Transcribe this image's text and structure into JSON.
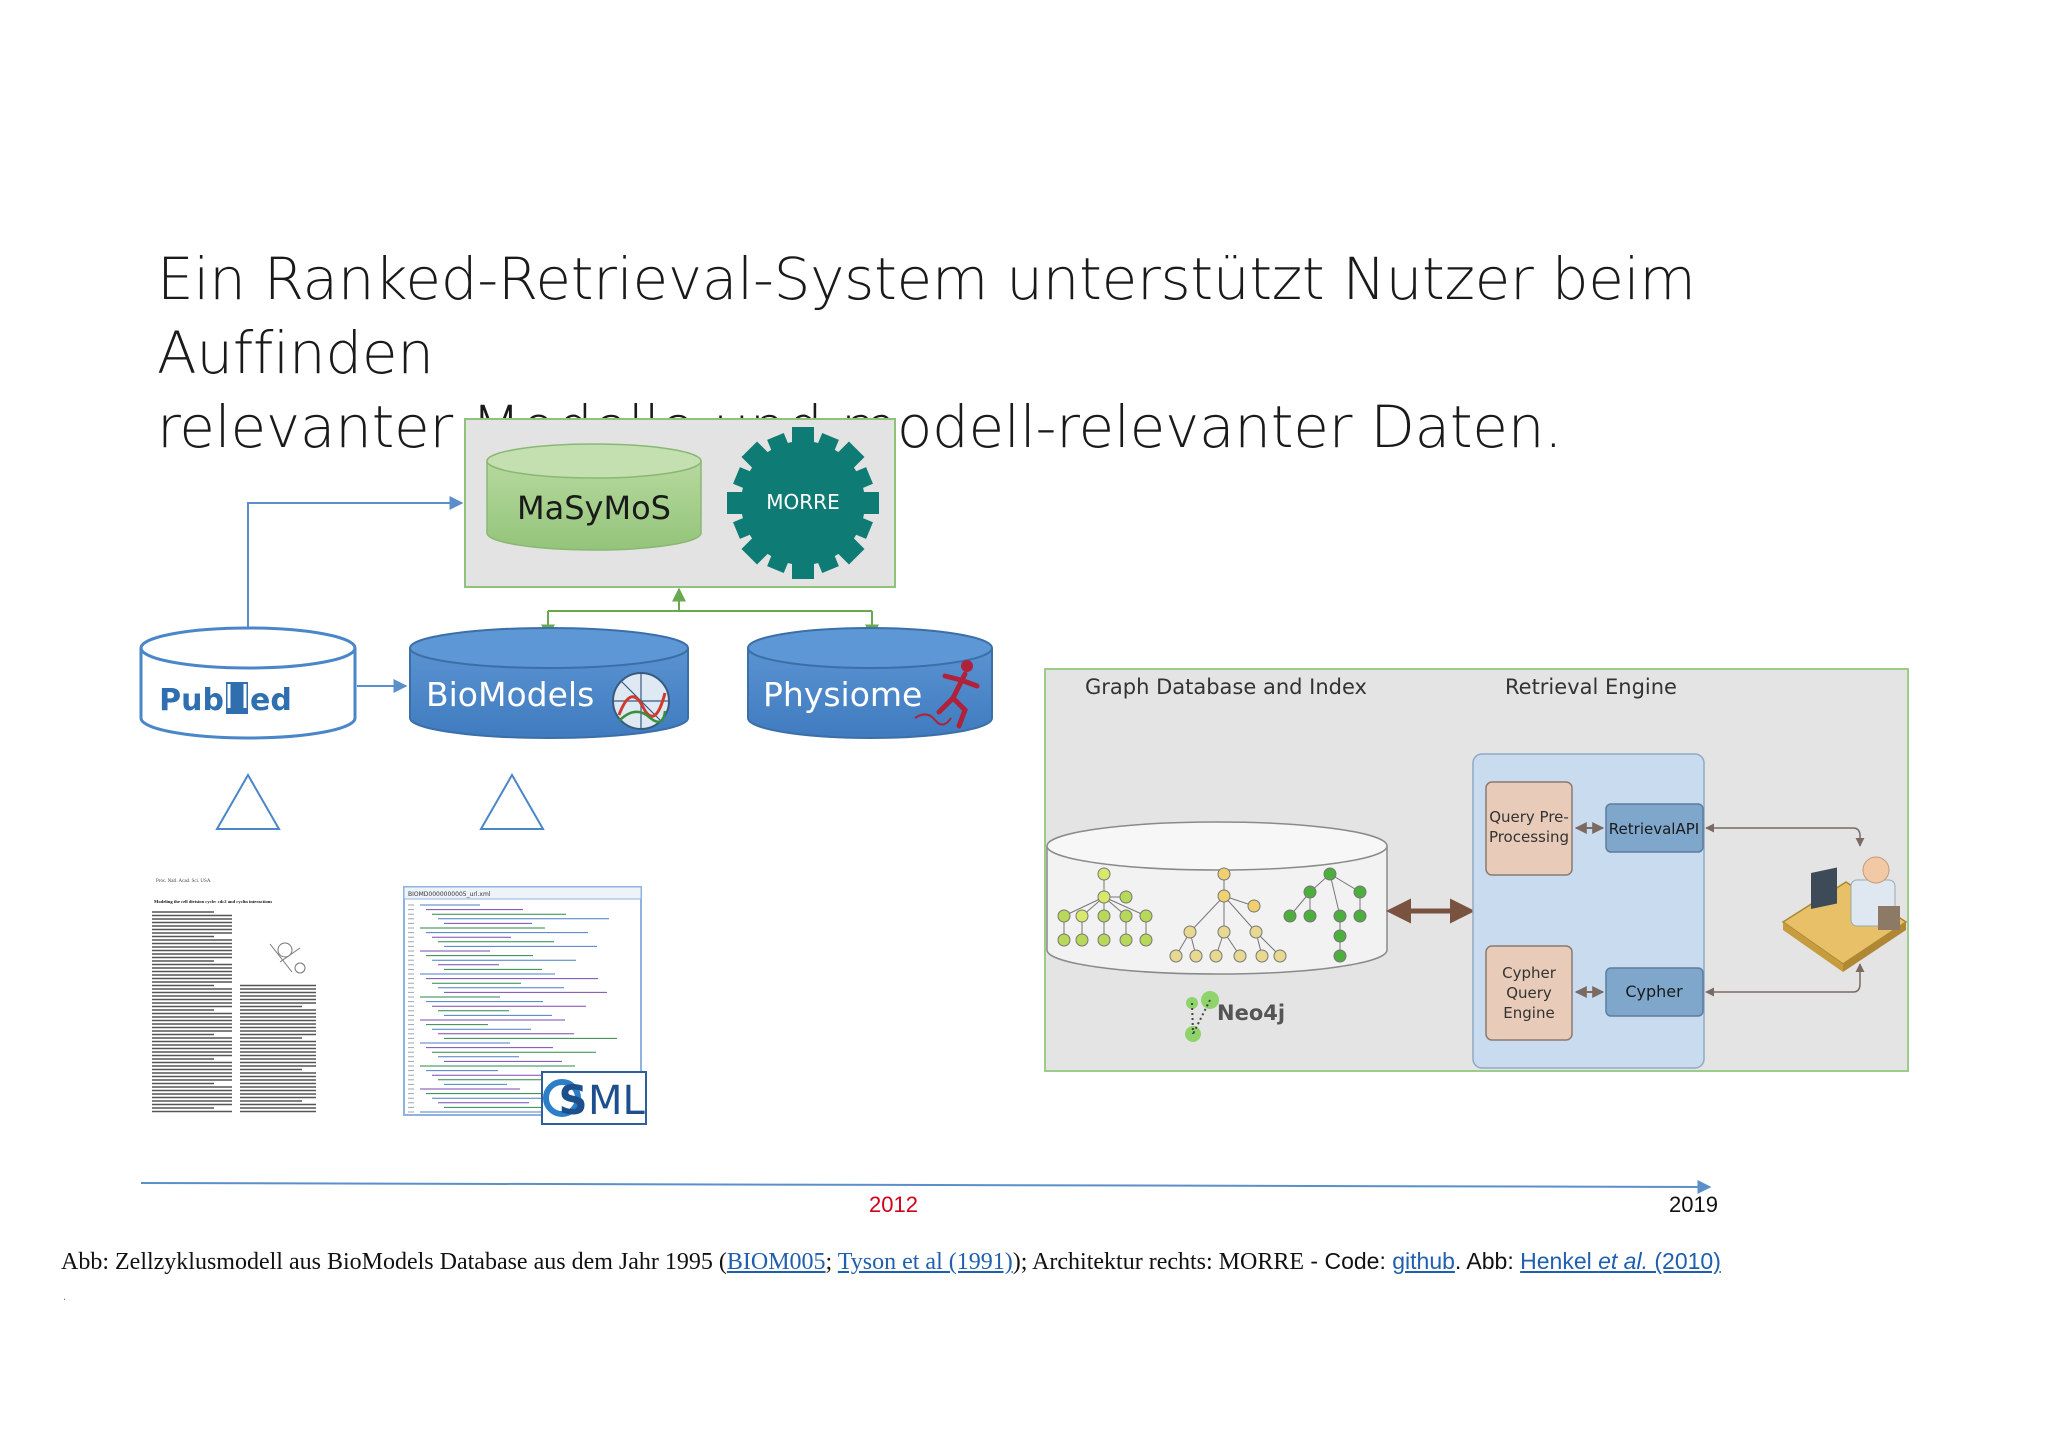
{
  "slide": {
    "title_line1": "Ein Ranked-Retrieval-System unterstützt Nutzer beim Auffinden",
    "title_line2": "relevanter Modelle und modell-relevanter Daten."
  },
  "diagram": {
    "masymos_label": "MaSyMoS",
    "morre_label": "MORRE",
    "pubmed_label_left": "Pub",
    "pubmed_label_right": "ed",
    "biomodels_label": "BioModels",
    "physiome_label": "Physiome",
    "sbml_label": "ML",
    "sbml_prefix": "S",
    "xml_file_name": "BIOMD0000000005_url.xml",
    "paper_title": "Modeling the cell division cycle: cdc2 and cyclin interactions",
    "architecture": {
      "graph_db_title": "Graph Database and Index",
      "retrieval_title": "Retrieval Engine",
      "query_pre": "Query Pre-\nProcessing",
      "retrieval_api": "RetrievalAPI",
      "cypher_query_engine": "Cypher\nQuery\nEngine",
      "cypher": "Cypher",
      "neo4j": "Neo4j"
    },
    "colors": {
      "green_frame": "#8fc27a",
      "masymos_fill": "#a6d08d",
      "morre_fill": "#0e7c74",
      "blue_db": "#4a86c8",
      "pubmed_blue": "#2f6fb0",
      "arrow_blue": "#5b8fc9",
      "arrow_green": "#6aa84f",
      "orange_box": "#e8cbb8",
      "blue_box": "#7fa7cc",
      "year_red": "#d0021b"
    }
  },
  "timeline": {
    "year_2012": "2012",
    "year_2019": "2019"
  },
  "caption": {
    "prefix": "Abb: Zellzyklusmodell aus BioModels Database aus dem Jahr 1995 (",
    "link_biom": "BIOM005",
    "sep1": "; ",
    "link_tyson": "Tyson et al (1991)",
    "middle": "); Architektur rechts: MORRE",
    "code_part": " - Code: ",
    "link_github": "github",
    "abb2": ". Abb: ",
    "link_henkel_a": "Henkel ",
    "link_henkel_b": "et al.",
    "link_henkel_c": " (2010)"
  }
}
